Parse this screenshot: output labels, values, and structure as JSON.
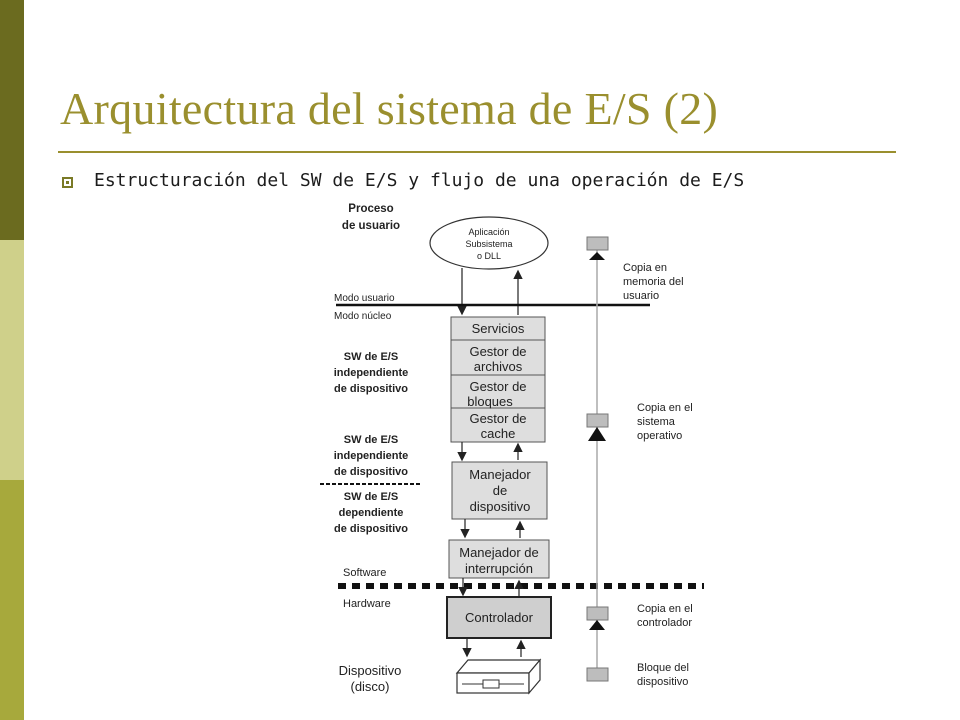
{
  "slide": {
    "title": "Arquitectura del sistema de E/S (2)",
    "bullet_text": "Estructuración del SW de E/S y flujo de una operación de E/S",
    "colors": {
      "title": "#9a8f2e",
      "sidebar_dark": "#6b6b1f",
      "sidebar_light": "#cfd08a",
      "sidebar_mid": "#a7a93c"
    }
  },
  "diagram": {
    "proceso_label": [
      "Proceso",
      "de usuario"
    ],
    "app_ellipse": [
      "Aplicación",
      "Subsistema",
      "o DLL"
    ],
    "modo_usuario": "Modo usuario",
    "modo_nucleo": "Modo núcleo",
    "servicios": "Servicios",
    "gestor_archivos": [
      "Gestor de",
      "archivos"
    ],
    "gestor_bloques": [
      "Gestor de",
      "bloques"
    ],
    "gestor_cache": [
      "Gestor de",
      "cache"
    ],
    "manejador_dispositivo": [
      "Manejador",
      "de",
      "dispositivo"
    ],
    "manejador_interrupcion": [
      "Manejador de",
      "interrupción"
    ],
    "controlador": "Controlador",
    "sw_independiente_1": [
      "SW de E/S",
      "independiente",
      "de dispositivo"
    ],
    "sw_independiente_2": [
      "SW de E/S",
      "independiente",
      "de dispositivo"
    ],
    "sw_dependiente": [
      "SW de E/S",
      "dependiente",
      "de dispositivo"
    ],
    "software": "Software",
    "hardware": "Hardware",
    "dispositivo": [
      "Dispositivo",
      "(disco)"
    ],
    "copia_usuario": [
      "Copia en",
      "memoria del",
      "usuario"
    ],
    "copia_sistema": [
      "Copia en el",
      "sistema",
      "operativo"
    ],
    "copia_controlador": [
      "Copia en el",
      "controlador"
    ],
    "bloque_dispositivo": [
      "Bloque del",
      "dispositivo"
    ]
  }
}
